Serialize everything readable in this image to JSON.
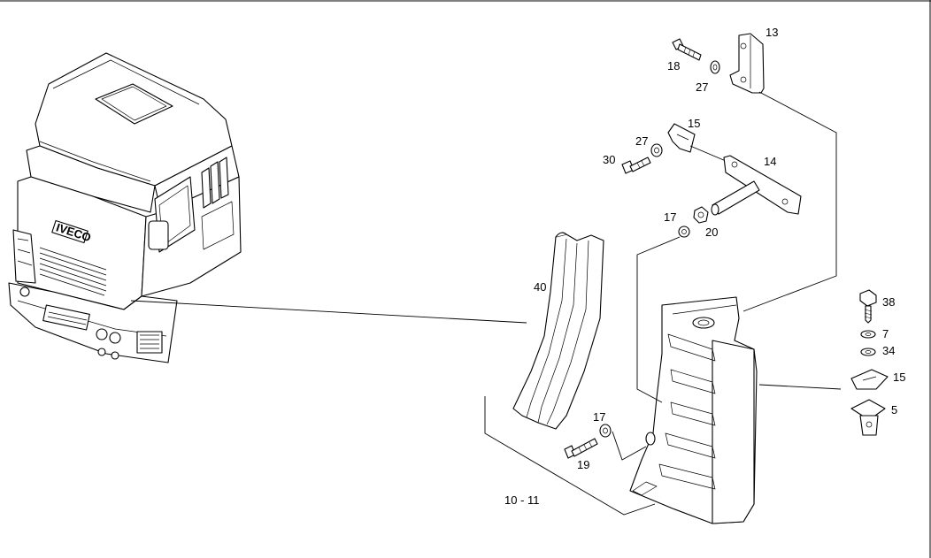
{
  "labels": {
    "p13": "13",
    "p18": "18",
    "p27a": "27",
    "p15a": "15",
    "p27b": "27",
    "p30": "30",
    "p14": "14",
    "p17a": "17",
    "p20": "20",
    "p40": "40",
    "p38": "38",
    "p7": "7",
    "p34": "34",
    "p15b": "15",
    "p5": "5",
    "p17b": "17",
    "p19": "19",
    "p10_11": "10 - 11"
  },
  "cab": {
    "badge_text": "IVECO"
  }
}
